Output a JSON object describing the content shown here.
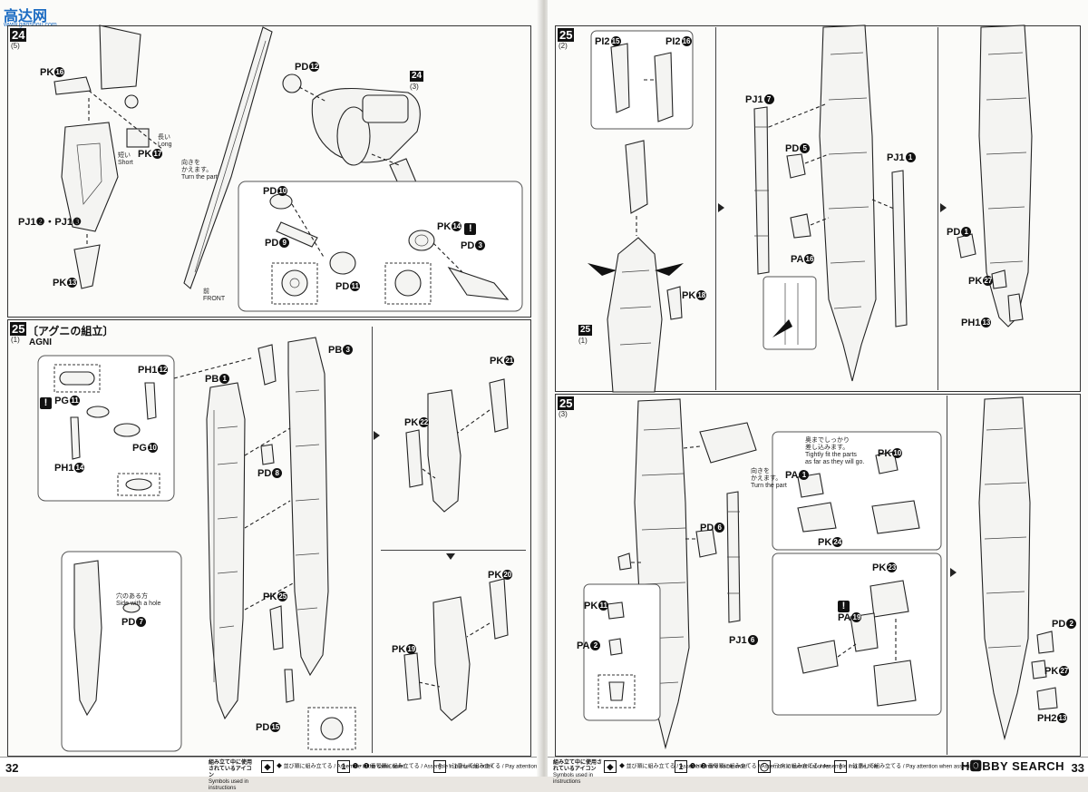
{
  "watermark": {
    "site": "高达网",
    "url": "www.gaoshou.com"
  },
  "left_page": {
    "page_number": "32",
    "step24": {
      "number": "24",
      "sub": "(5)",
      "ref_number": "24",
      "ref_sub": "(3)",
      "parts": {
        "pk16": "PK",
        "pk16_n": "16",
        "pk17": "PK",
        "pk17_n": "17",
        "pk13": "PK",
        "pk13_n": "13",
        "pj": "PJ1❷・PJ1❸",
        "pd12": "PD",
        "pd12_n": "12",
        "pd10": "PD",
        "pd10_n": "10",
        "pd9": "PD",
        "pd9_n": "9",
        "pd11": "PD",
        "pd11_n": "11",
        "pk14": "PK",
        "pk14_n": "14",
        "pd3": "PD",
        "pd3_n": "3"
      },
      "notes": {
        "long_jp": "長い",
        "long": "Long",
        "short_jp": "短い",
        "short": "Short",
        "turn_jp": "向きを\nかえます。",
        "turn": "Turn the part",
        "front_jp": "前",
        "front": "FRONT"
      }
    },
    "step25": {
      "number": "25",
      "sub": "(1)",
      "title_jp": "〔アグニの組立〕",
      "title": "AGNI",
      "parts": {
        "ph12": "PH1",
        "ph12_n": "12",
        "pg11": "PG",
        "pg11_n": "11",
        "pg10": "PG",
        "pg10_n": "10",
        "ph14": "PH1",
        "ph14_n": "14",
        "pb1": "PB",
        "pb1_n": "1",
        "pb3": "PB",
        "pb3_n": "3",
        "pd8": "PD",
        "pd8_n": "8",
        "pk25": "PK",
        "pk25_n": "25",
        "pd15": "PD",
        "pd15_n": "15",
        "pd7": "PD",
        "pd7_n": "7",
        "pk21": "PK",
        "pk21_n": "21",
        "pk22": "PK",
        "pk22_n": "22",
        "pk20": "PK",
        "pk20_n": "20",
        "pk19": "PK",
        "pk19_n": "19"
      },
      "notes": {
        "hole_jp": "穴のある方",
        "hole": "Side with a hole"
      }
    },
    "footer": {
      "icons_jp": "組み立て中に使用されているアイコン",
      "icons": "Symbols used in instructions",
      "i1": "◆ 並び順に組み立てる / Assemble in the same order",
      "i2": "❶・❷ 番号順に組み立てる / Assemble in numerical order",
      "i3": "! 注意して組み立てる / Pay attention when assembling"
    }
  },
  "right_page": {
    "page_number": "33",
    "step25_2": {
      "number": "25",
      "sub": "(2)",
      "ref_number": "25",
      "ref_sub": "(1)",
      "parts": {
        "pi15": "PI2",
        "pi15_n": "15",
        "pi16": "PI2",
        "pi16_n": "16",
        "pk18": "PK",
        "pk18_n": "18",
        "pj17": "PJ1",
        "pj17_n": "7",
        "pd5": "PD",
        "pd5_n": "5",
        "pa16": "PA",
        "pa16_n": "16",
        "pj11": "PJ1",
        "pj11_n": "1",
        "pd1": "PD",
        "pd1_n": "1",
        "pk27": "PK",
        "pk27_n": "27",
        "ph13": "PH1",
        "ph13_n": "13"
      }
    },
    "step25_3": {
      "number": "25",
      "sub": "(3)",
      "parts": {
        "pd6": "PD",
        "pd6_n": "6",
        "pj16": "PJ1",
        "pj16_n": "6",
        "pk11": "PK",
        "pk11_n": "11",
        "pa2": "PA",
        "pa2_n": "2",
        "pa1": "PA",
        "pa1_n": "1",
        "pk24": "PK",
        "pk24_n": "24",
        "pk10": "PK",
        "pk10_n": "10",
        "pk23": "PK",
        "pk23_n": "23",
        "pa19": "PA",
        "pa19_n": "19",
        "pd2": "PD",
        "pd2_n": "2",
        "pk27b": "PK",
        "pk27b_n": "27",
        "ph23": "PH2",
        "ph23_n": "13"
      },
      "notes": {
        "turn_jp": "向きを\nかえます。",
        "turn": "Turn the part",
        "fit_jp": "奥までしっかり\n差し込みます。",
        "fit": "Tightly fit the parts\nas far as they will go."
      }
    },
    "footer": {
      "icons_jp": "組み立て中に使用されているアイコン",
      "icons": "Symbols used in instructions",
      "i1": "◆ 並び順に組み立てる / Assemble in the same order",
      "i2": "❶・❷ 番号順に組み立てる / Assemble in numerical order",
      "i3": "◯ 穴に組み立てる / Assemble into the hole",
      "i4": "! 注意して組み立てる / Pay attention when assembling",
      "brand": "H🅾BBY SEARCH"
    }
  }
}
